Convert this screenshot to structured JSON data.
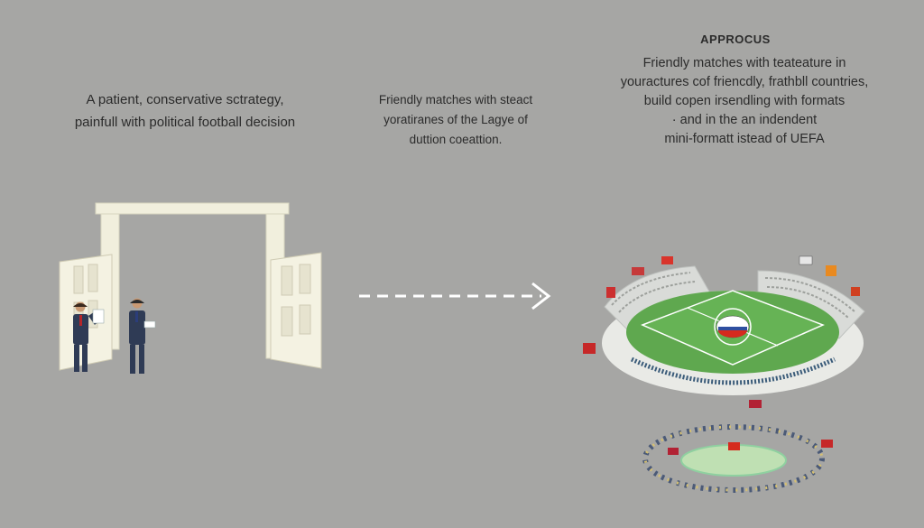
{
  "left_panel": {
    "caption_lines": [
      "A patient, conservative sctrategy,",
      "painfull with political football decision"
    ]
  },
  "middle_panel": {
    "caption_lines": [
      "Friendly matches with steact",
      "yoratiranes of the Lagye of",
      "duttion coeattion."
    ]
  },
  "right_panel": {
    "title": "APPROCUS",
    "caption_lines": [
      "Friendly matches with teateature in",
      "youractures cof friencdly, frathbll countries,",
      "build copen irsendling with formats",
      "· and in the an indendent",
      "mini-formatt istead of UEFA"
    ]
  },
  "colors": {
    "background": "#a6a6a4",
    "pitch": "#5fa84f",
    "door": "#f1efdd",
    "suit": "#2f3b55",
    "arrow": "#ffffff"
  },
  "icons": [
    "door-icon",
    "person-icon",
    "arrow-icon",
    "stadium-icon",
    "flag-icon",
    "crowd-circle-icon"
  ]
}
